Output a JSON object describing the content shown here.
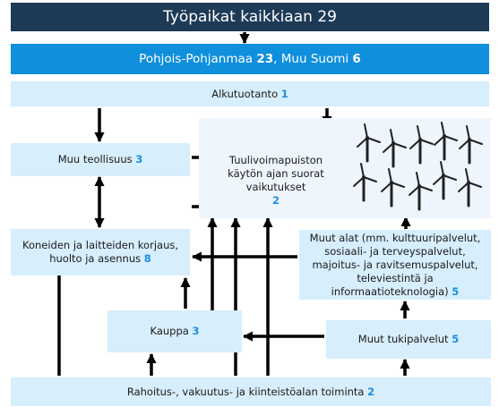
{
  "title": {
    "label": "Työpaikat kaikkiaan",
    "count": "29"
  },
  "region": {
    "a_label": "Pohjois-Pohjanmaa",
    "a_count": "23",
    "sep": ",",
    "b_label": "Muu Suomi",
    "b_count": "6"
  },
  "boxes": {
    "primary": {
      "label": "Alkutuotanto",
      "count": "1"
    },
    "industry": {
      "label": "Muu teollisuus",
      "count": "3"
    },
    "wind": {
      "label_line1": "Tuulivoimapuiston",
      "label_line2": "käytön ajan suorat",
      "label_line3": "vaikutukset",
      "count": "2"
    },
    "repair": {
      "label_line1": "Koneiden ja laitteiden korjaus,",
      "label_line2": "huolto ja asennus",
      "count": "8"
    },
    "other": {
      "label_line1": "Muut alat (mm. kulttuuripalvelut,",
      "label_line2": "sosiaali- ja terveyspalvelut,",
      "label_line3": "majoitus- ja ravitsemuspalvelut,",
      "label_line4": "televiestintä ja",
      "label_line5": "informaatioteknologia)",
      "count": "5"
    },
    "trade": {
      "label": "Kauppa",
      "count": "3"
    },
    "support": {
      "label": "Muut tukipalvelut",
      "count": "5"
    },
    "finance": {
      "label": "Rahoitus-, vakuutus- ja kiinteistöalan toiminta",
      "count": "2"
    }
  },
  "colors": {
    "title_bg": "#1d3a57",
    "region_bg": "#0f8fdc",
    "box_bg": "#d7eefc",
    "wind_bg": "#eef5fd",
    "count": "#1a8fe0"
  },
  "icons": [
    "wind-turbine-icon"
  ]
}
